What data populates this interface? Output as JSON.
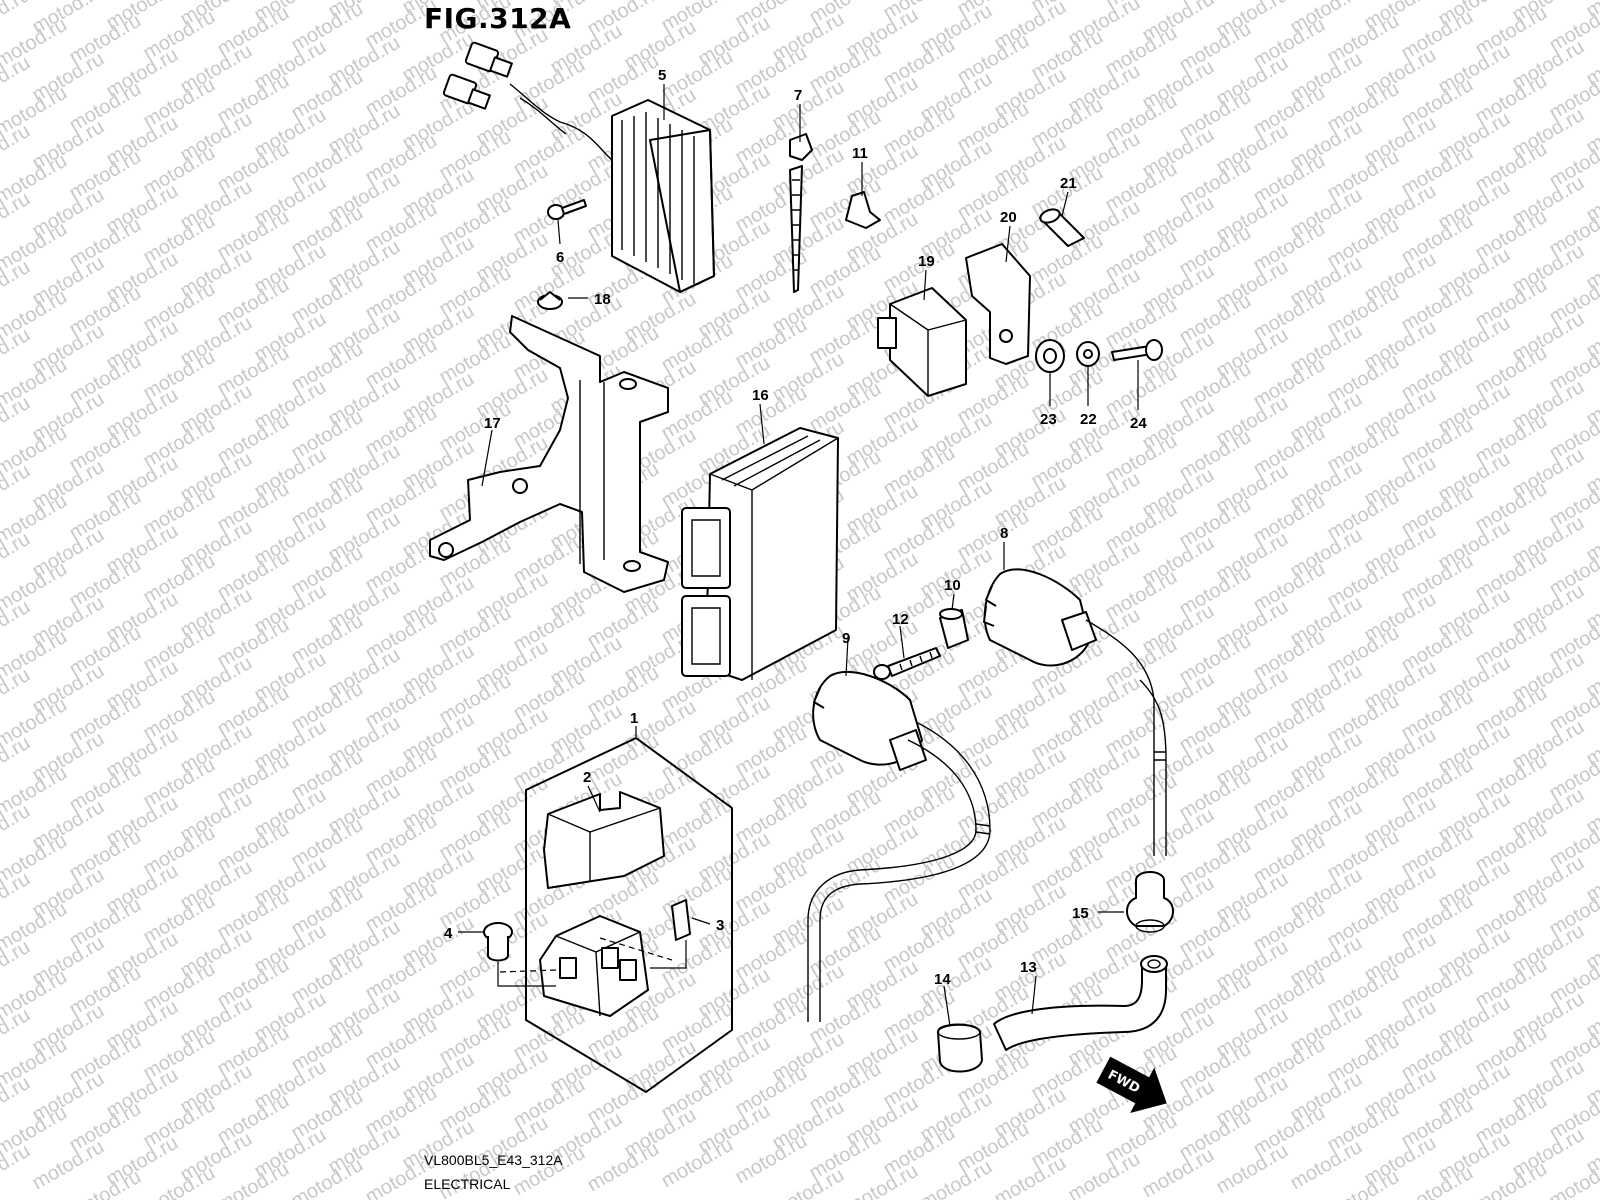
{
  "figure": {
    "title": "FIG.312A",
    "code": "VL800BL5_E43_312A",
    "caption": "ELECTRICAL"
  },
  "watermark": "motod.ru",
  "direction_marker": "FWD",
  "callouts": [
    "1",
    "2",
    "3",
    "4",
    "5",
    "6",
    "7",
    "8",
    "9",
    "10",
    "11",
    "12",
    "13",
    "14",
    "15",
    "16",
    "17",
    "18",
    "19",
    "20",
    "21",
    "22",
    "23",
    "24"
  ]
}
